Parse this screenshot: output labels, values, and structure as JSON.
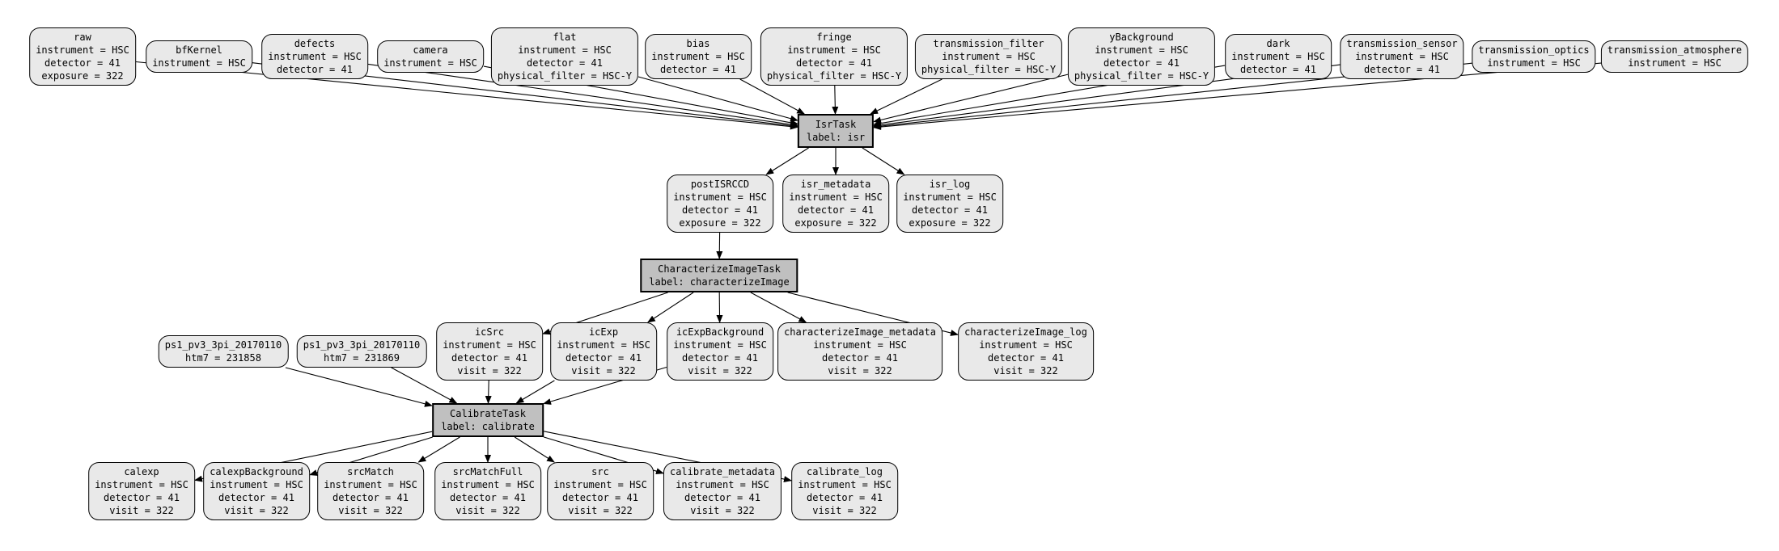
{
  "diagram": {
    "type": "pipeline-dag",
    "colors": {
      "background": "#ffffff",
      "dataset_fill": "#e9e9e9",
      "task_fill": "#c0c0c0",
      "edge_stroke": "#000000",
      "border": "#000000"
    },
    "nodes": [
      {
        "id": "raw",
        "type": "dataset",
        "lines": [
          "raw",
          "instrument = HSC",
          "detector = 41",
          "exposure = 322"
        ]
      },
      {
        "id": "bfKernel",
        "type": "dataset",
        "lines": [
          "bfKernel",
          "instrument = HSC"
        ]
      },
      {
        "id": "defects",
        "type": "dataset",
        "lines": [
          "defects",
          "instrument = HSC",
          "detector = 41"
        ]
      },
      {
        "id": "camera",
        "type": "dataset",
        "lines": [
          "camera",
          "instrument = HSC"
        ]
      },
      {
        "id": "flat",
        "type": "dataset",
        "lines": [
          "flat",
          "instrument = HSC",
          "detector = 41",
          "physical_filter = HSC-Y"
        ]
      },
      {
        "id": "bias",
        "type": "dataset",
        "lines": [
          "bias",
          "instrument = HSC",
          "detector = 41"
        ]
      },
      {
        "id": "fringe",
        "type": "dataset",
        "lines": [
          "fringe",
          "instrument = HSC",
          "detector = 41",
          "physical_filter = HSC-Y"
        ]
      },
      {
        "id": "transmission_filter",
        "type": "dataset",
        "lines": [
          "transmission_filter",
          "instrument = HSC",
          "physical_filter = HSC-Y"
        ]
      },
      {
        "id": "yBackground",
        "type": "dataset",
        "lines": [
          "yBackground",
          "instrument = HSC",
          "detector = 41",
          "physical_filter = HSC-Y"
        ]
      },
      {
        "id": "dark",
        "type": "dataset",
        "lines": [
          "dark",
          "instrument = HSC",
          "detector = 41"
        ]
      },
      {
        "id": "transmission_sensor",
        "type": "dataset",
        "lines": [
          "transmission_sensor",
          "instrument = HSC",
          "detector = 41"
        ]
      },
      {
        "id": "transmission_optics",
        "type": "dataset",
        "lines": [
          "transmission_optics",
          "instrument = HSC"
        ]
      },
      {
        "id": "transmission_atmosphere",
        "type": "dataset",
        "lines": [
          "transmission_atmosphere",
          "instrument = HSC"
        ]
      },
      {
        "id": "isr",
        "type": "task",
        "lines": [
          "IsrTask",
          "label: isr"
        ]
      },
      {
        "id": "postISRCCD",
        "type": "dataset",
        "lines": [
          "postISRCCD",
          "instrument = HSC",
          "detector = 41",
          "exposure = 322"
        ]
      },
      {
        "id": "isr_metadata",
        "type": "dataset",
        "lines": [
          "isr_metadata",
          "instrument = HSC",
          "detector = 41",
          "exposure = 322"
        ]
      },
      {
        "id": "isr_log",
        "type": "dataset",
        "lines": [
          "isr_log",
          "instrument = HSC",
          "detector = 41",
          "exposure = 322"
        ]
      },
      {
        "id": "characterizeImage",
        "type": "task",
        "lines": [
          "CharacterizeImageTask",
          "label: characterizeImage"
        ]
      },
      {
        "id": "ps1_htm7_231858",
        "type": "dataset",
        "lines": [
          "ps1_pv3_3pi_20170110",
          "htm7 = 231858"
        ]
      },
      {
        "id": "ps1_htm7_231869",
        "type": "dataset",
        "lines": [
          "ps1_pv3_3pi_20170110",
          "htm7 = 231869"
        ]
      },
      {
        "id": "icSrc",
        "type": "dataset",
        "lines": [
          "icSrc",
          "instrument = HSC",
          "detector = 41",
          "visit = 322"
        ]
      },
      {
        "id": "icExp",
        "type": "dataset",
        "lines": [
          "icExp",
          "instrument = HSC",
          "detector = 41",
          "visit = 322"
        ]
      },
      {
        "id": "icExpBackground",
        "type": "dataset",
        "lines": [
          "icExpBackground",
          "instrument = HSC",
          "detector = 41",
          "visit = 322"
        ]
      },
      {
        "id": "characterizeImage_metadata",
        "type": "dataset",
        "lines": [
          "characterizeImage_metadata",
          "instrument = HSC",
          "detector = 41",
          "visit = 322"
        ]
      },
      {
        "id": "characterizeImage_log",
        "type": "dataset",
        "lines": [
          "characterizeImage_log",
          "instrument = HSC",
          "detector = 41",
          "visit = 322"
        ]
      },
      {
        "id": "calibrate",
        "type": "task",
        "lines": [
          "CalibrateTask",
          "label: calibrate"
        ]
      },
      {
        "id": "calexp",
        "type": "dataset",
        "lines": [
          "calexp",
          "instrument = HSC",
          "detector = 41",
          "visit = 322"
        ]
      },
      {
        "id": "calexpBackground",
        "type": "dataset",
        "lines": [
          "calexpBackground",
          "instrument = HSC",
          "detector = 41",
          "visit = 322"
        ]
      },
      {
        "id": "srcMatch",
        "type": "dataset",
        "lines": [
          "srcMatch",
          "instrument = HSC",
          "detector = 41",
          "visit = 322"
        ]
      },
      {
        "id": "srcMatchFull",
        "type": "dataset",
        "lines": [
          "srcMatchFull",
          "instrument = HSC",
          "detector = 41",
          "visit = 322"
        ]
      },
      {
        "id": "src",
        "type": "dataset",
        "lines": [
          "src",
          "instrument = HSC",
          "detector = 41",
          "visit = 322"
        ]
      },
      {
        "id": "calibrate_metadata",
        "type": "dataset",
        "lines": [
          "calibrate_metadata",
          "instrument = HSC",
          "detector = 41",
          "visit = 322"
        ]
      },
      {
        "id": "calibrate_log",
        "type": "dataset",
        "lines": [
          "calibrate_log",
          "instrument = HSC",
          "detector = 41",
          "visit = 322"
        ]
      }
    ],
    "edges": [
      [
        "raw",
        "isr"
      ],
      [
        "bfKernel",
        "isr"
      ],
      [
        "defects",
        "isr"
      ],
      [
        "camera",
        "isr"
      ],
      [
        "flat",
        "isr"
      ],
      [
        "bias",
        "isr"
      ],
      [
        "fringe",
        "isr"
      ],
      [
        "transmission_filter",
        "isr"
      ],
      [
        "yBackground",
        "isr"
      ],
      [
        "dark",
        "isr"
      ],
      [
        "transmission_sensor",
        "isr"
      ],
      [
        "transmission_optics",
        "isr"
      ],
      [
        "transmission_atmosphere",
        "isr"
      ],
      [
        "isr",
        "postISRCCD"
      ],
      [
        "isr",
        "isr_metadata"
      ],
      [
        "isr",
        "isr_log"
      ],
      [
        "postISRCCD",
        "characterizeImage"
      ],
      [
        "characterizeImage",
        "icSrc"
      ],
      [
        "characterizeImage",
        "icExp"
      ],
      [
        "characterizeImage",
        "icExpBackground"
      ],
      [
        "characterizeImage",
        "characterizeImage_metadata"
      ],
      [
        "characterizeImage",
        "characterizeImage_log"
      ],
      [
        "ps1_htm7_231858",
        "calibrate"
      ],
      [
        "ps1_htm7_231869",
        "calibrate"
      ],
      [
        "icSrc",
        "calibrate"
      ],
      [
        "icExp",
        "calibrate"
      ],
      [
        "icExpBackground",
        "calibrate"
      ],
      [
        "calibrate",
        "calexp"
      ],
      [
        "calibrate",
        "calexpBackground"
      ],
      [
        "calibrate",
        "srcMatch"
      ],
      [
        "calibrate",
        "srcMatchFull"
      ],
      [
        "calibrate",
        "src"
      ],
      [
        "calibrate",
        "calibrate_metadata"
      ],
      [
        "calibrate",
        "calibrate_log"
      ]
    ]
  }
}
